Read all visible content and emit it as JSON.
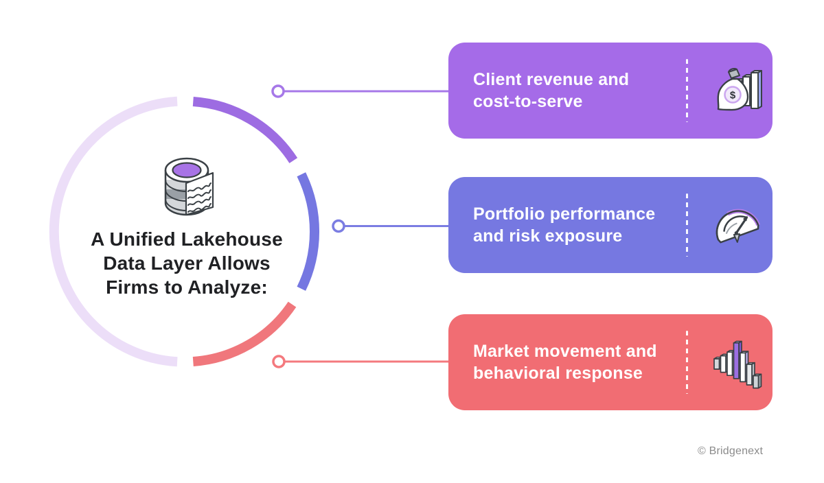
{
  "center": {
    "title_lines": [
      "A Unified Lakehouse",
      "Data Layer Allows",
      "Firms to Analyze:"
    ],
    "icon": "database-layers-icon"
  },
  "ring": {
    "colors": {
      "lavender": "#ecdef8",
      "purple": "#9d6ce2",
      "indigo": "#7577e1",
      "coral": "#f0777c"
    }
  },
  "cards": [
    {
      "line1": "Client revenue and",
      "line2": "cost-to-serve",
      "bg": "#a56be8",
      "connector": "#a678e8",
      "icon": "money-bag-chart-icon"
    },
    {
      "line1": "Portfolio performance",
      "line2": "and risk exposure",
      "bg": "#7678e1",
      "connector": "#7b7de2",
      "icon": "speedometer-icon"
    },
    {
      "line1": "Market movement and",
      "line2": "behavioral response",
      "bg": "#f16d73",
      "connector": "#f4797e",
      "icon": "isometric-histogram-icon"
    }
  ],
  "footer": {
    "copyright": "© Bridgenext"
  }
}
